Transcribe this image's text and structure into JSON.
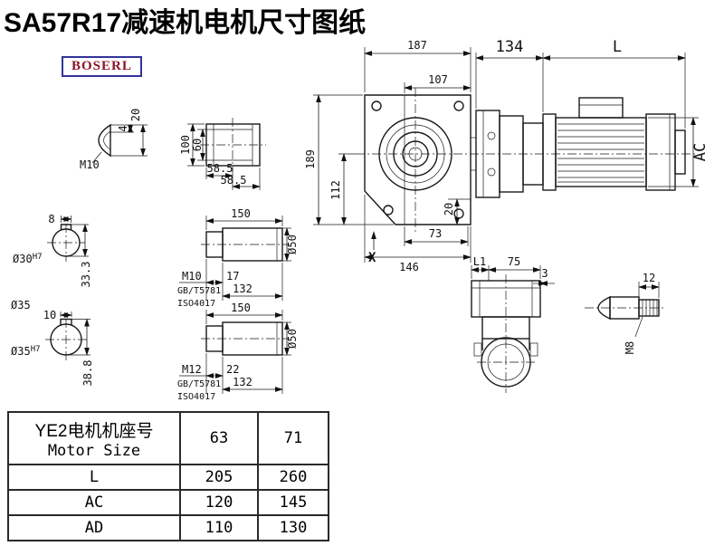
{
  "page": {
    "title": "SA57R17减速机电机尺寸图纸",
    "brand": "BOSERL"
  },
  "dims": {
    "main": {
      "w187": "187",
      "w107": "107",
      "h189": "189",
      "h112": "112",
      "h20": "20",
      "w73": "73",
      "w146": "146",
      "x": "X"
    },
    "motor": {
      "w134": "134",
      "wL": "L",
      "hAC": "AC"
    },
    "bottom": {
      "L1": "L1",
      "w75": "75",
      "w3": "3"
    },
    "m8": {
      "w12": "12",
      "thread": "M8"
    },
    "m10cap": {
      "h4": "4",
      "h20": "20",
      "thread": "M10"
    },
    "topview": {
      "h100": "100",
      "h60": "60",
      "w585a": "58.5",
      "w585b": "58.5"
    },
    "bore30": {
      "w8": "8",
      "dia": "Ø30",
      "fit": "H7",
      "h333": "33.3",
      "dia35": "Ø35"
    },
    "bore35": {
      "w10": "10",
      "dia": "Ø35",
      "fit": "H7",
      "h388": "38.8"
    },
    "shaftA": {
      "len": "150",
      "thread": "M10",
      "std1": "GB/T5781",
      "std2": "ISO4017",
      "t17": "17",
      "l132": "132",
      "dia": "Ø50"
    },
    "shaftB": {
      "len": "150",
      "thread": "M12",
      "std1": "GB/T5781",
      "std2": "ISO4017",
      "t22": "22",
      "l132": "132",
      "dia": "Ø50"
    }
  },
  "table": {
    "header": {
      "line1": "YE2电机机座号",
      "line2": "Motor Size"
    },
    "columns": [
      "63",
      "71"
    ],
    "rows": [
      {
        "label": "L",
        "values": [
          "205",
          "260"
        ]
      },
      {
        "label": "AC",
        "values": [
          "120",
          "145"
        ]
      },
      {
        "label": "AD",
        "values": [
          "110",
          "130"
        ]
      }
    ]
  }
}
